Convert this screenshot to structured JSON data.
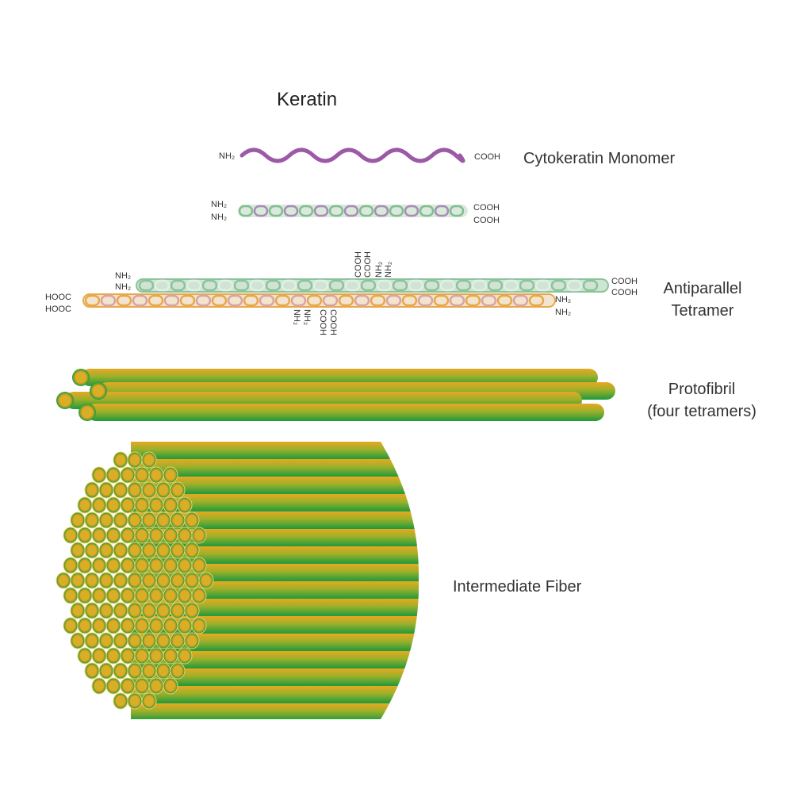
{
  "title": "Keratin",
  "stages": {
    "monomer": {
      "label": "Cytokeratin Monomer",
      "n_terminus": "NH₂",
      "c_terminus": "COOH"
    },
    "dimer": {
      "n_termini": [
        "NH₂",
        "NH₂"
      ],
      "c_termini": [
        "COOH",
        "COOH"
      ]
    },
    "tetramer": {
      "label_line1": "Antiparallel",
      "label_line2": "Tetramer",
      "top_left": [
        "NH₂",
        "NH₂"
      ],
      "top_right": [
        "COOH",
        "COOH"
      ],
      "bottom_left": [
        "HOOC",
        "HOOC"
      ],
      "bottom_right": [
        "NH₂",
        "NH₂"
      ],
      "mid_top": [
        "COOH",
        "COOH",
        "NH₂",
        "NH₂"
      ],
      "mid_bottom": [
        "NH₂",
        "NH₂",
        "COOH",
        "COOH"
      ]
    },
    "protofibril": {
      "label_line1": "Protofibril",
      "label_line2": "(four tetramers)"
    },
    "fiber": {
      "label": "Intermediate Fiber"
    }
  },
  "colors": {
    "monomer": "#9b59a6",
    "dimer_a": "#7fbf8f",
    "dimer_b": "#a78cb8",
    "tetramer_top": "#8cc49a",
    "tetramer_bottom": "#e8a84a",
    "tetramer_bottom_inner": "#d9a3a8",
    "rod_gold": "#e8a820",
    "rod_green": "#1e9a3c"
  }
}
